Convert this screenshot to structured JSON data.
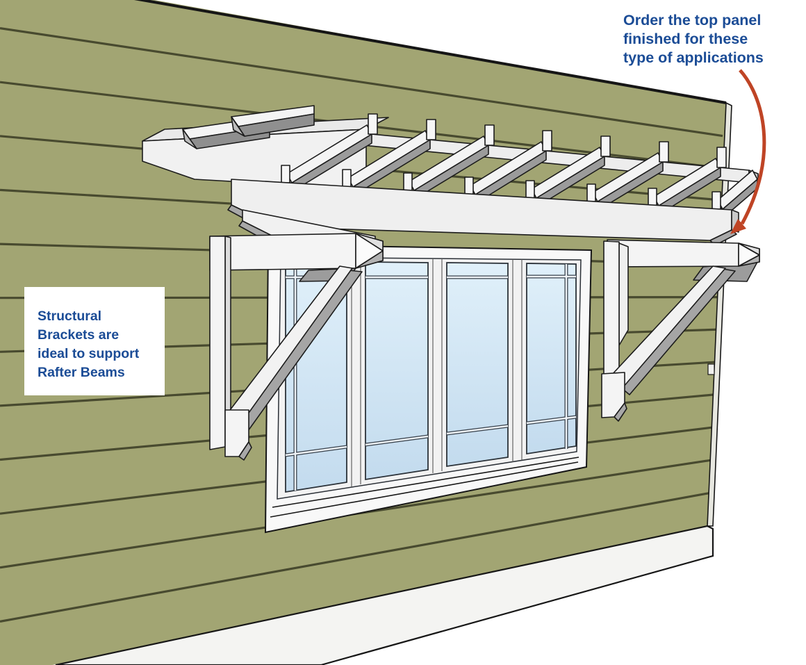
{
  "illustration": {
    "title": "Window pergola with structural brackets",
    "scene": "3D rendering of white rafter-beam pergola mounted over a four-pane window on olive-green lap siding"
  },
  "annotations": {
    "top_note": [
      "Order the top panel",
      "finished for these",
      "type of applications"
    ],
    "bracket_note": [
      "Structural",
      "Brackets are",
      "ideal to support",
      "Rafter Beams"
    ]
  },
  "colors": {
    "note_text": "#1b4c96",
    "arrow": "#bf4425",
    "siding": "#a2a573",
    "siding_shadow": "#3f4128",
    "beam_white": "#f2f2f2",
    "beam_shade": "#9b9b9b",
    "glass": "#d7e9f6",
    "trim_white": "#f4f4f2"
  }
}
